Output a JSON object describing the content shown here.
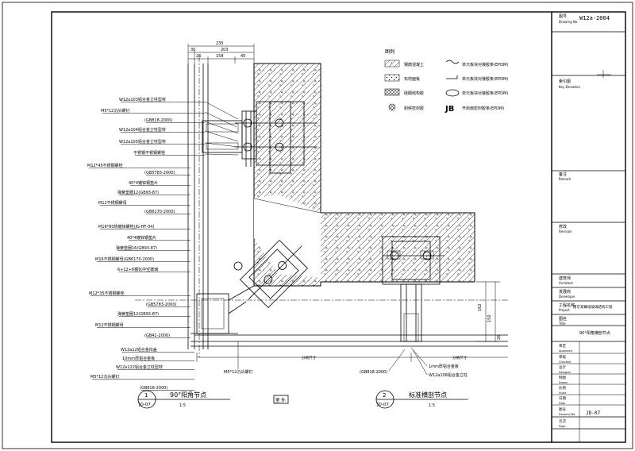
{
  "title_block": {
    "drawing_no_label": "图号",
    "drawing_no_sub": "Drawing No.",
    "drawing_no_value": "W12a-2004",
    "key_elevation_label": "索引图",
    "key_elevation_sub": "Key Elevation",
    "remark_label": "备注",
    "remark_sub": "Remark",
    "revision_label": "修改",
    "revision_sub": "Revision",
    "architect_label": "建筑师",
    "architect_sub": "Architect",
    "developer_label": "发展商",
    "developer_sub": "Developer",
    "project_label": "工程名称",
    "project_sub": "Project",
    "project_value": "南京某幕墙玻璃结构工程",
    "title_label": "图名",
    "title_sub": "Title",
    "title_value": "90°阳角横剖节点",
    "approved_label": "审定",
    "approved_sub": "Approved",
    "checked_label": "审核",
    "checked_sub": "Checked",
    "designed_label": "设计",
    "designed_sub": "Designer",
    "drawn_label": "制图",
    "drawn_sub": "Drawn",
    "scale_label": "比例",
    "scale_sub": "Scale",
    "date_label": "日期",
    "date_sub": "Date",
    "sheet_label": "图号",
    "sheet_sub": "Drawing No.",
    "sheet_value": "JD-07",
    "page_label": "页次",
    "page_sub": "Page"
  },
  "legend": {
    "title": "图例",
    "items_left": [
      "钢筋混凝土",
      "石材面板",
      "硅酮结构胶"
    ],
    "item_left_4": "耐候密封胶",
    "items_right": [
      "单元板块对接胶条(EPDM)",
      "单元板块对接胶条(EPDM)",
      "单元板块对接胶条(EPDM)",
      "开启扇密封胶条(EPDM)"
    ]
  },
  "dims_top": {
    "total": "235",
    "d1": "30",
    "d2": "203",
    "d3": "26",
    "d4": "158",
    "d5": "45"
  },
  "dims_right": {
    "a": "162",
    "b": "150",
    "c": "26"
  },
  "callouts_left": [
    "W12a103铝合金立柱型材",
    "M5*12沉头螺钉",
    "(GB818-2000)",
    "W12a104铝合金立柱型材",
    "W12a105铝合金立柱型材",
    "不锈钢不锈钢螺栓",
    "M12*45不锈钢螺栓",
    "(GB5783-2000)",
    "40*4镀锌钢垫片",
    "弹簧垫圈12(GB93-87)",
    "M12不锈钢螺母",
    "(GB6170-2000)",
    "M16*80热镀锌螺栓(JG-HF-04)",
    "40*4镀锌钢垫片",
    "弹簧垫圈16(GB93-87)",
    "M16不锈钢螺母(GB6170-2000)",
    "6+12+6钢化中空玻璃",
    "M12*35不锈钢螺栓",
    "(GB5783-2000)",
    "弹簧垫圈12(GB93-87)",
    "M12不锈钢螺母",
    "(GB41-2000)",
    "W12a12铝合金扣盖",
    "10mm厚铝合金板",
    "W12a122铝合金立柱型材",
    "M5*12沉头螺钉",
    "(GB818-2000)"
  ],
  "callouts_bottom": {
    "left_label": "M5*12沉头螺钉",
    "gb": "(GB818-2000)",
    "plate": "1mm厚铝合金板",
    "profile": "W12a106铝合金立柱"
  },
  "axis_labels": {
    "left": "分格尺寸",
    "right": "分格尺寸"
  },
  "detail_1": {
    "num": "1",
    "ref": "JD-07",
    "title": "90°阳角节点",
    "scale": "1:5"
  },
  "detail_2": {
    "num": "2",
    "ref": "JD-07",
    "title": "标准横剖节点",
    "scale": "1:5"
  },
  "north_box": "室 外"
}
